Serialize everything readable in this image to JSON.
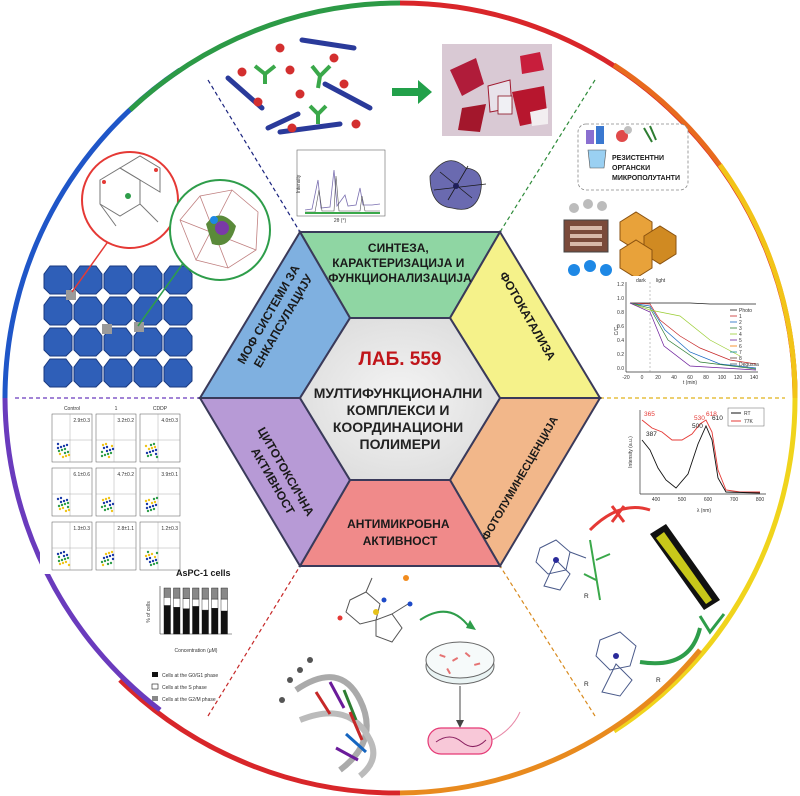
{
  "center": {
    "title": "ЛАБ. 559",
    "subtitle_lines": [
      "МУЛТИФУНКЦИОНАЛНИ",
      "КОМПЛЕКСИ И",
      "КООРДИНАЦИОНИ",
      "ПОЛИМЕРИ"
    ]
  },
  "segments": {
    "synthesis": {
      "lines": [
        "СИНТЕЗА,",
        "КАРАКТЕРИЗАЦИЈА И",
        "ФУНКЦИОНАЛИЗАЦИЈА"
      ],
      "color": "#8fd6a3"
    },
    "photocatalysis": {
      "lines": [
        "ФОТОКАТАЛИЗА"
      ],
      "color": "#f5f28a"
    },
    "photoluminescence": {
      "lines": [
        "ФОТОЛУМИНЕСЦЕНЦИЈА"
      ],
      "color": "#f2b78a"
    },
    "antimicrobial": {
      "lines": [
        "АНТИМИКРОБНА",
        "АКТИВНОСТ"
      ],
      "color": "#f08a8a"
    },
    "cytotoxic": {
      "lines": [
        "ЦИТОТОКСИЧНА",
        "АКТИВНОСТ"
      ],
      "color": "#b79ad6"
    },
    "mof": {
      "lines": [
        "МОФ СИСТЕМИ ЗА",
        "ЕНКАПСУЛАЦИЈУ"
      ],
      "color": "#7fb0e0"
    }
  },
  "pollutant_box": {
    "lines": [
      "РЕЗИСТЕНТНИ",
      "ОРГАНСКИ",
      "МИКРОПОЛУТАНТИ"
    ]
  },
  "kinetics_chart": {
    "header_dark": "dark",
    "header_light": "light",
    "xlabel": "t (min)",
    "ylabel": "C/C₀",
    "xticks": [
      "-20",
      "0",
      "20",
      "40",
      "60",
      "80",
      "100",
      "120",
      "140"
    ],
    "yticks": [
      "1.2",
      "1.0",
      "0.8",
      "0.6",
      "0.4",
      "0.2",
      "0.0"
    ],
    "legend": [
      "Photo",
      "1",
      "2",
      "3",
      "4",
      "5",
      "6",
      "7",
      "8",
      "Degussa"
    ]
  },
  "lumi_chart": {
    "peaks_red": [
      "365",
      "530",
      "618"
    ],
    "peaks_black": [
      "387",
      "500",
      "610"
    ],
    "legend": [
      "RT",
      "77K"
    ],
    "xlabel": "λ (nm)",
    "ylabel": "Intensity (a.u.)",
    "xticks": [
      "400",
      "500",
      "600",
      "700",
      "800"
    ]
  },
  "xrd_chart": {
    "xlabel": "2θ (°)",
    "ylabel": "Intensity"
  },
  "flow_panel": {
    "headers": [
      "Control",
      "1",
      "CDDP"
    ],
    "cells": [
      [
        "2.9±0.3",
        "3.2±0.2",
        "4.0±0.3"
      ],
      [
        "6.1±0.6",
        "4.7±0.2",
        "3.9±0.1"
      ],
      [
        "1.3±0.3",
        "2.8±1.1",
        "1.2±0.3"
      ]
    ]
  },
  "cell_chart": {
    "title": "AsPC-1 cells",
    "xlabel": "Concentration (μM)",
    "ylabel": "% of cells",
    "legend": [
      "Cells at the G0/G1 phase",
      "Cells at the S phase",
      "Cells at the G2/M phase"
    ]
  }
}
